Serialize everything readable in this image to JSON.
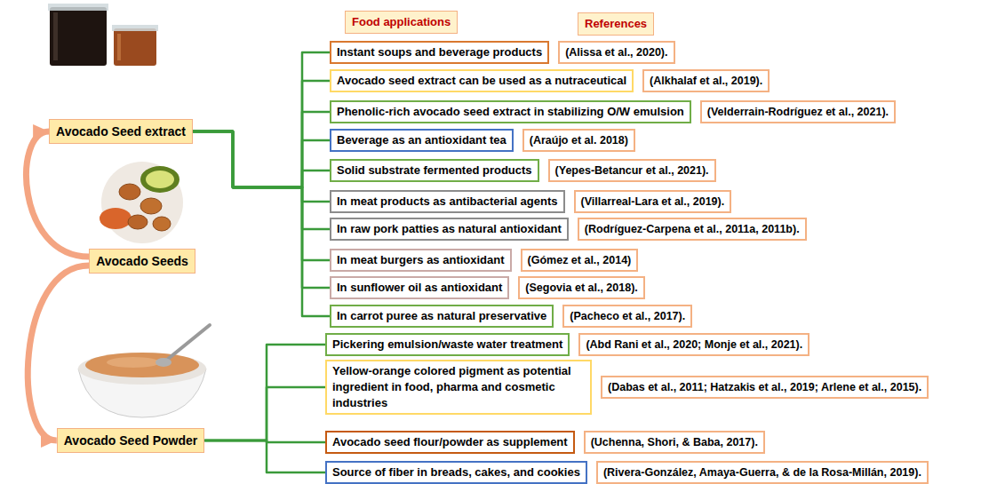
{
  "diagram": {
    "nodes": [
      {
        "text": [
          "Food applications"
        ]
      },
      {
        "text": [
          "References"
        ]
      },
      {
        "text": [
          "Avocado Seed extract"
        ]
      },
      {
        "text": [
          "Avocado Seeds"
        ]
      },
      {
        "text": [
          "Avocado Seed Powder"
        ]
      },
      {
        "text": [
          "Instant soups and beverage products"
        ]
      },
      {
        "text": [
          "(Alissa et al., 2020)."
        ]
      },
      {
        "text": [
          "Avocado seed extract can be used as a nutraceutical"
        ]
      },
      {
        "text": [
          "(Alkhalaf et al., 2019)."
        ]
      },
      {
        "text": [
          "Phenolic-rich avocado seed extract in stabilizing O/W emulsion"
        ]
      },
      {
        "text": [
          "(Velderrain-Rodríguez et al., 2021)."
        ]
      },
      {
        "text": [
          "Beverage as an antioxidant tea"
        ]
      },
      {
        "text": [
          "(Araújo et al. 2018)"
        ]
      },
      {
        "text": [
          "Solid substrate fermented products"
        ]
      },
      {
        "text": [
          "(Yepes-Betancur et al., 2021)."
        ]
      },
      {
        "text": [
          "In meat products as antibacterial agents"
        ]
      },
      {
        "text": [
          "(Villarreal-Lara et al., 2019)."
        ]
      },
      {
        "text": [
          "In raw pork patties as natural antioxidant"
        ]
      },
      {
        "text": [
          "(Rodríguez-Carpena et al., 2011a, 2011b)."
        ]
      },
      {
        "text": [
          "In meat burgers as antioxidant"
        ]
      },
      {
        "text": [
          "(Gómez et al., 2014)"
        ]
      },
      {
        "text": [
          "In sunflower oil as antioxidant"
        ]
      },
      {
        "text": [
          "(Segovia et al., 2018)."
        ]
      },
      {
        "text": [
          "In carrot puree as natural preservative"
        ]
      },
      {
        "text": [
          "(Pacheco et al., 2017)."
        ]
      },
      {
        "text": [
          "Pickering emulsion/waste water treatment"
        ]
      },
      {
        "text": [
          "(Abd Rani et al., 2020; Monje et al., 2021)."
        ]
      },
      {
        "text": [
          "Yellow-orange colored pigment as potential ingredient in food, pharma and cosmetic industries"
        ]
      },
      {
        "text": [
          "(Dabas et al., 2011; Hatzakis et al., 2019; Arlene et al., 2015)."
        ]
      },
      {
        "text": [
          "Avocado seed flour/powder as supplement"
        ]
      },
      {
        "text": [
          "(Uchenna, Shori, & Baba, 2017)."
        ]
      },
      {
        "text": [
          "Source of fiber in breads, cakes, and cookies"
        ]
      },
      {
        "text": [
          "(Rivera-González, Amaya-Guerra, & de la Rosa-Millán, 2019)."
        ]
      }
    ],
    "edges": [
      {
        "from": 3,
        "to": 2,
        "arrow": "to"
      },
      {
        "from": 3,
        "to": 4,
        "arrow": "to"
      },
      {
        "from": 2,
        "to": 5,
        "arrow": "none"
      },
      {
        "from": 2,
        "to": 7,
        "arrow": "none"
      },
      {
        "from": 2,
        "to": 9,
        "arrow": "none"
      },
      {
        "from": 2,
        "to": 11,
        "arrow": "none"
      },
      {
        "from": 2,
        "to": 13,
        "arrow": "none"
      },
      {
        "from": 2,
        "to": 15,
        "arrow": "none"
      },
      {
        "from": 2,
        "to": 17,
        "arrow": "none"
      },
      {
        "from": 2,
        "to": 19,
        "arrow": "none"
      },
      {
        "from": 2,
        "to": 21,
        "arrow": "none"
      },
      {
        "from": 2,
        "to": 23,
        "arrow": "none"
      },
      {
        "from": 4,
        "to": 25,
        "arrow": "none"
      },
      {
        "from": 4,
        "to": 27,
        "arrow": "none"
      },
      {
        "from": 4,
        "to": 29,
        "arrow": "none"
      },
      {
        "from": 4,
        "to": 31,
        "arrow": "none"
      }
    ]
  }
}
